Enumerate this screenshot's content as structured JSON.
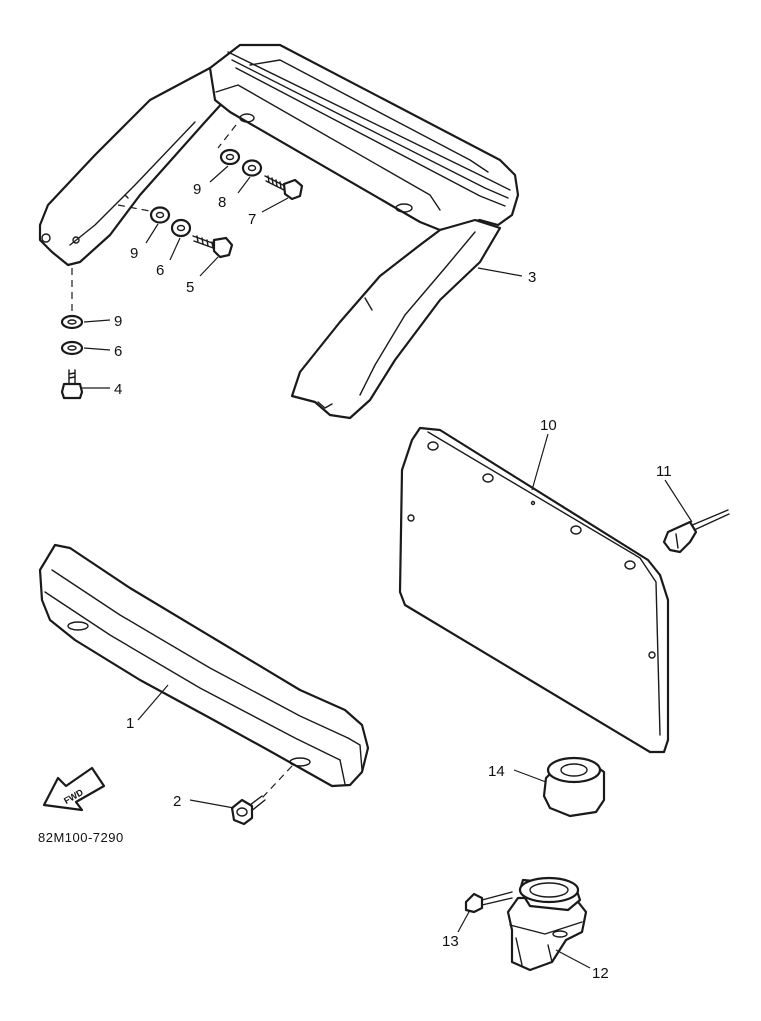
{
  "diagram_code": "82M100-7290",
  "direction_label": "FWD",
  "callouts": [
    "1",
    "2",
    "3",
    "4",
    "5",
    "6",
    "7",
    "8",
    "9",
    "10",
    "11",
    "12",
    "13",
    "14"
  ]
}
